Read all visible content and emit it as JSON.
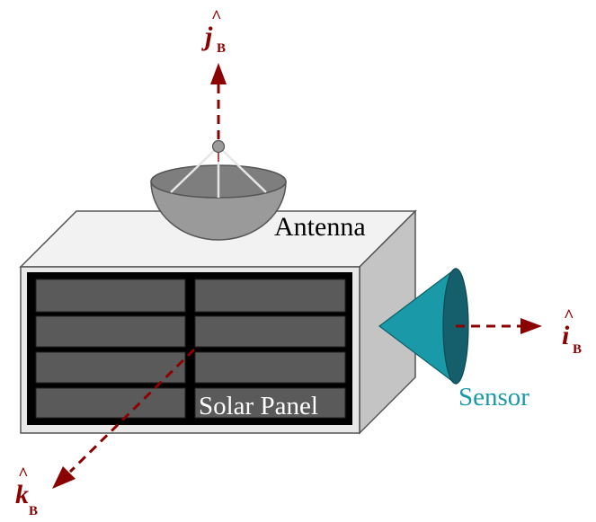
{
  "labels": {
    "antenna": "Antenna",
    "solar_panel": "Solar Panel",
    "sensor": "Sensor"
  },
  "axes": {
    "i": {
      "letter": "i",
      "hat": "^",
      "subscript": "B"
    },
    "j": {
      "letter": "j",
      "hat": "^",
      "subscript": "B"
    },
    "k": {
      "letter": "k",
      "hat": "^",
      "subscript": "B"
    }
  },
  "colors": {
    "axis": "#8b0000",
    "sensor": "#1a9aa8",
    "sensor_dark": "#155e6b",
    "sensor_label": "#1a9aa8",
    "box_top": "#f0f0f0",
    "box_front": "#e6e6e6",
    "box_side": "#c0c0c0",
    "panel_frame": "#000000",
    "panel_cell": "#5a5a5a",
    "dish": "#9a9a9a"
  }
}
